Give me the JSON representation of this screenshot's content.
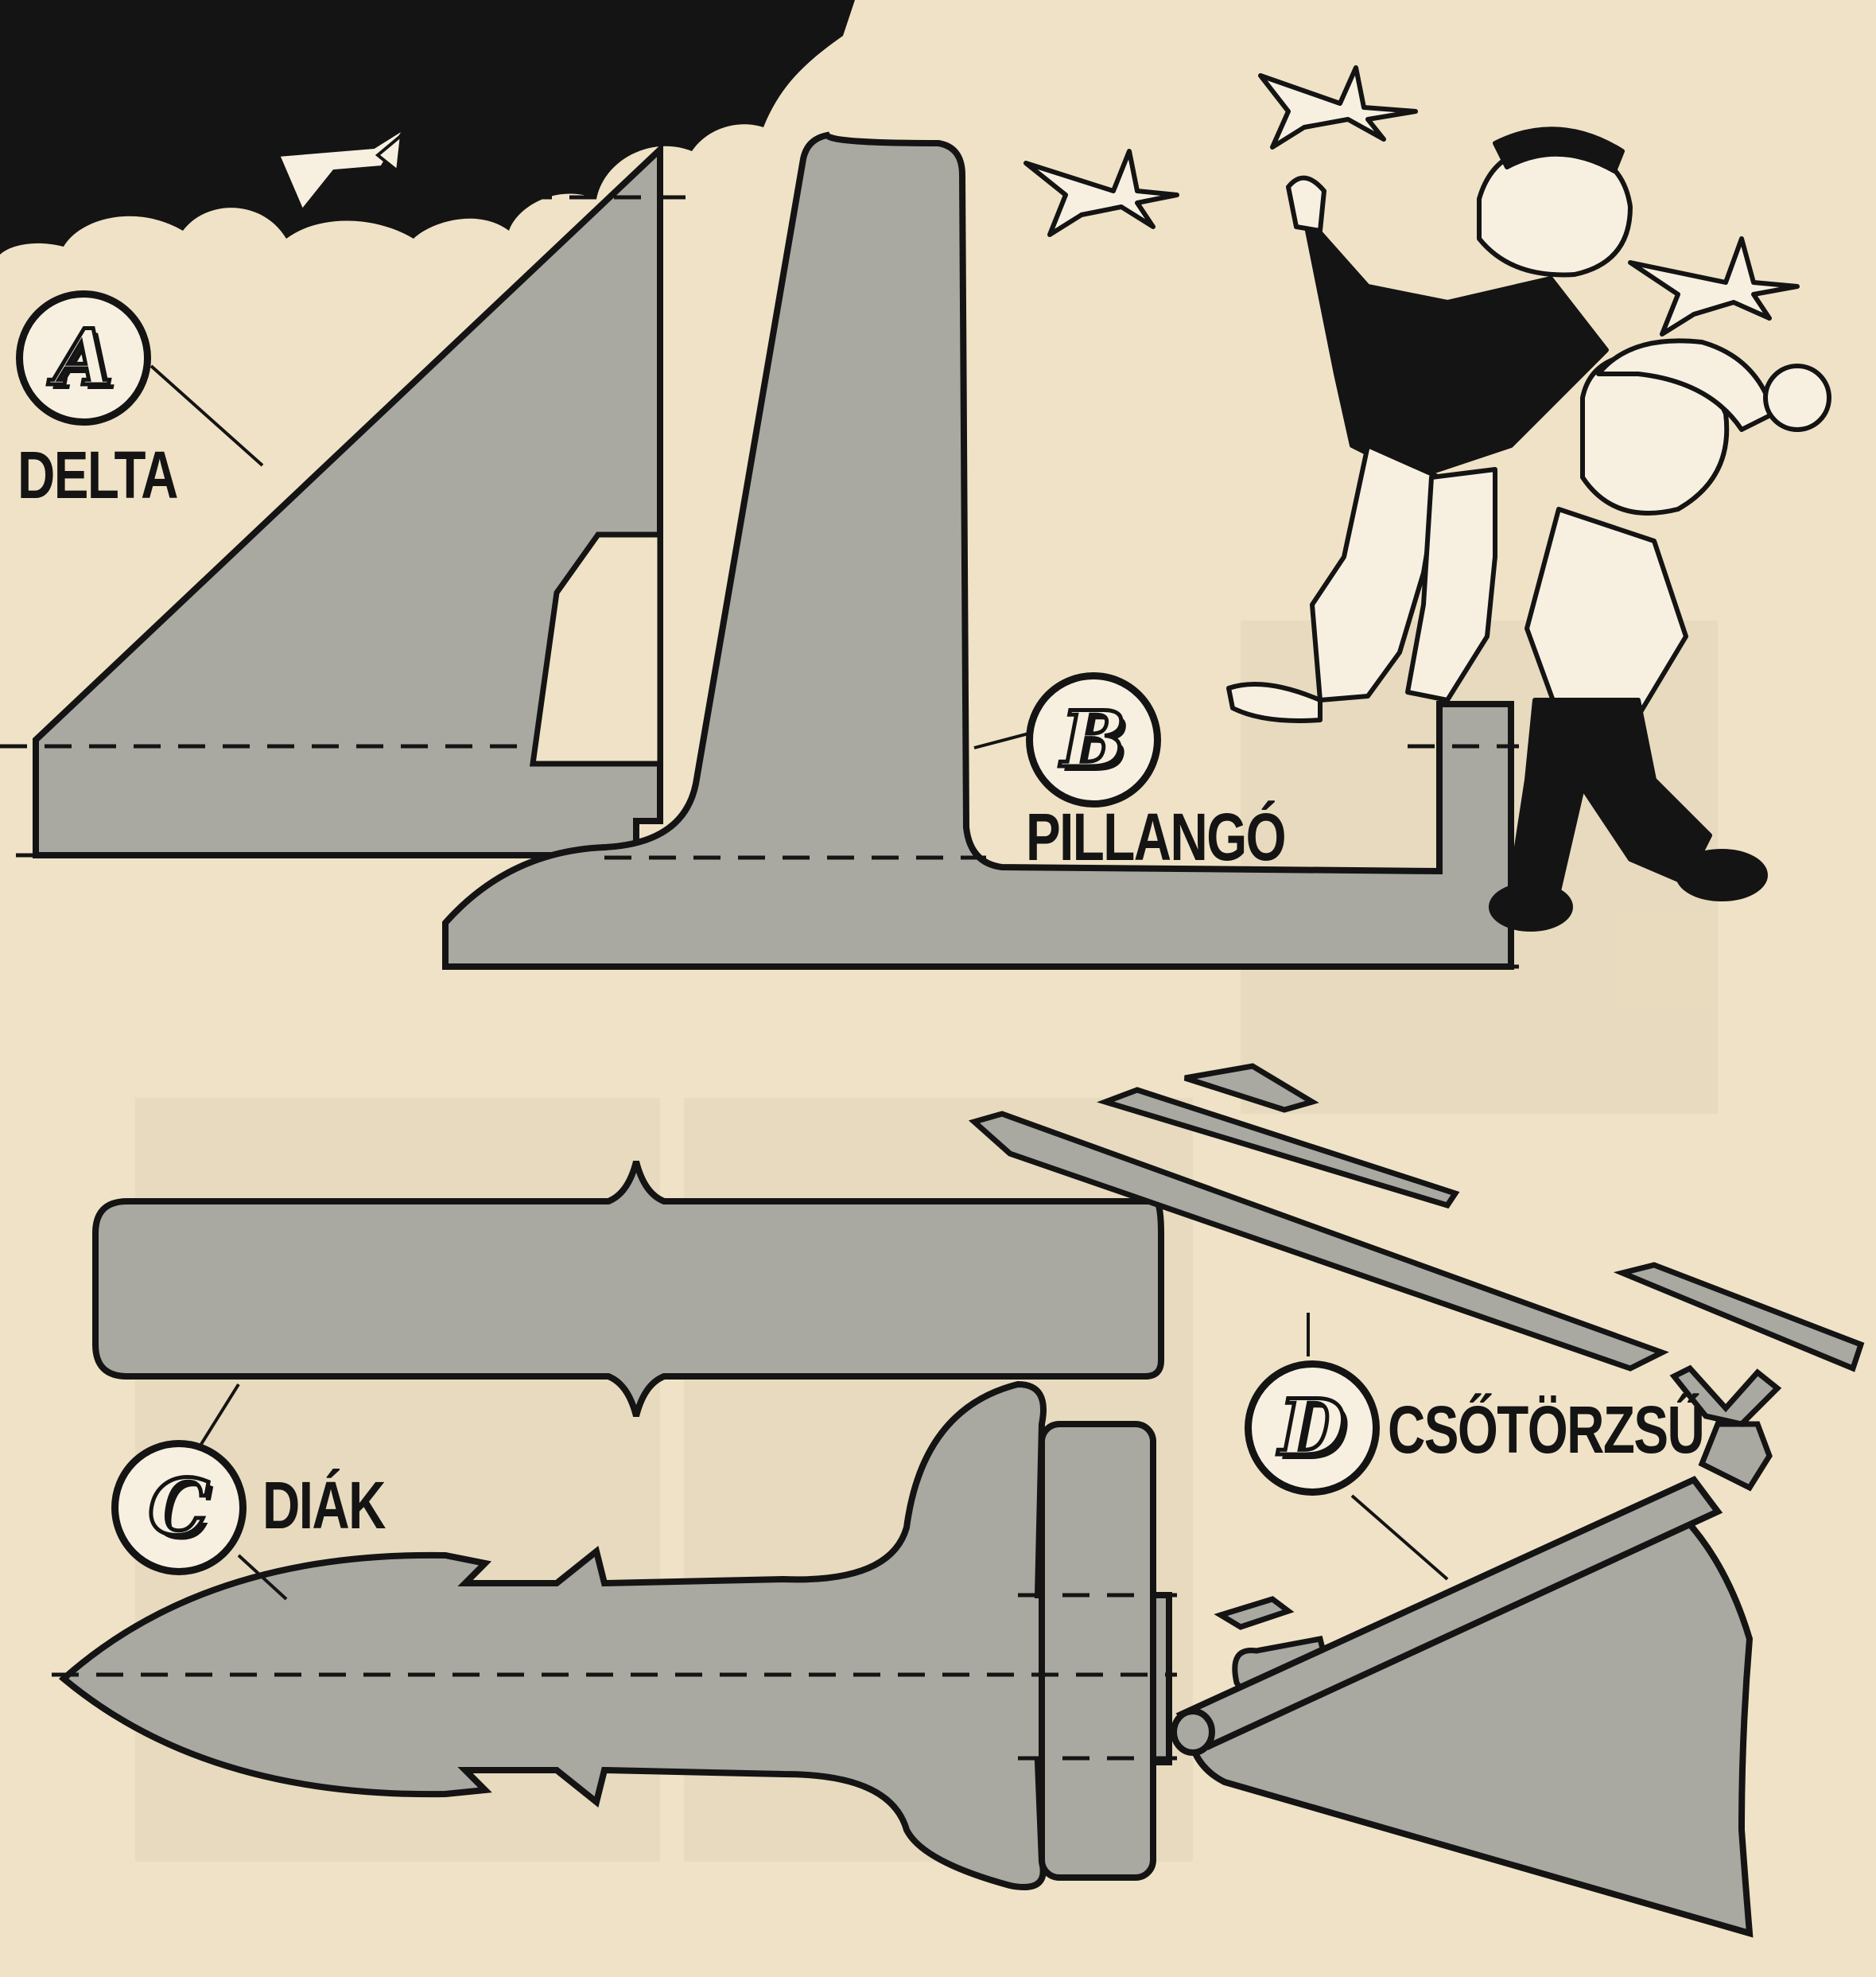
{
  "models": [
    {
      "letter": "A",
      "name": "DELTA"
    },
    {
      "letter": "B",
      "name": "PILLANGÓ"
    },
    {
      "letter": "C",
      "name": "DIÁK"
    },
    {
      "letter": "D",
      "name": "CSŐTÖRZSŰ"
    }
  ],
  "colors": {
    "paper": "#efe2c6",
    "part_fill": "#a9a8a1",
    "ink": "#141414"
  }
}
